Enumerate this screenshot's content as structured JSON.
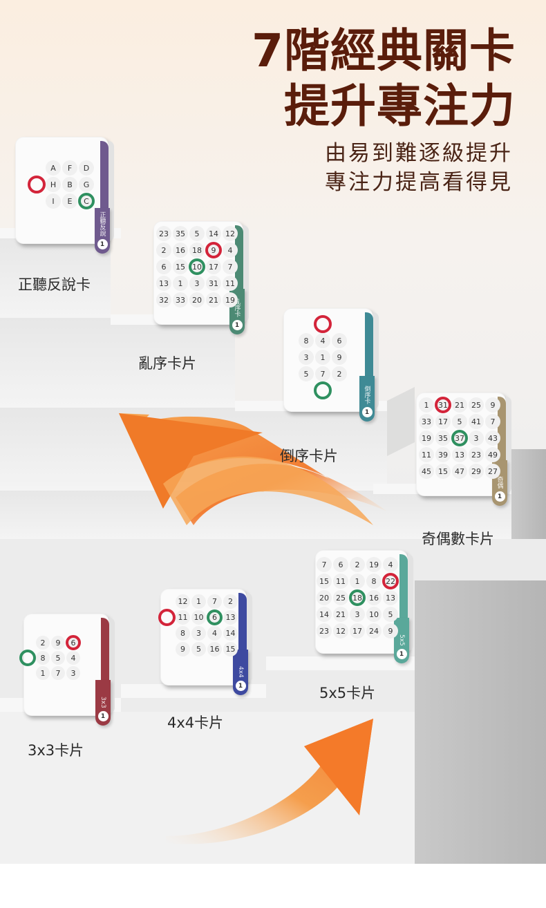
{
  "headline": {
    "line1": "7階經典關卡",
    "line2": "提升專注力"
  },
  "subtitle": {
    "line1": "由易到難逐級提升",
    "line2": "專注力提高看得見"
  },
  "cards": [
    {
      "label": "正聽反說卡",
      "color": "#6f5a8e",
      "tab_text": "正聽反說",
      "tab_no": "1",
      "cells": [
        [
          "",
          "A",
          "F",
          "D"
        ],
        [
          "",
          "H",
          "B",
          "G"
        ],
        [
          "",
          "I",
          "E",
          "C"
        ]
      ]
    },
    {
      "label": "亂序卡片",
      "color": "#4c8a74",
      "tab_text": "亂序卡",
      "tab_no": "1",
      "cells": [
        [
          "23",
          "35",
          "5",
          "14",
          "12"
        ],
        [
          "2",
          "16",
          "18",
          "9",
          "4"
        ],
        [
          "6",
          "15",
          "10",
          "17",
          "7"
        ],
        [
          "13",
          "1",
          "3",
          "31",
          "11"
        ],
        [
          "32",
          "33",
          "20",
          "21",
          "19"
        ]
      ]
    },
    {
      "label": "倒序卡片",
      "color": "#3f8a95",
      "tab_text": "倒序卡",
      "tab_no": "1",
      "cells": [
        [
          "8",
          "4",
          "6"
        ],
        [
          "3",
          "1",
          "9"
        ],
        [
          "5",
          "7",
          "2"
        ]
      ]
    },
    {
      "label": "奇偶數卡片",
      "color": "#a89570",
      "tab_text": "奇偶",
      "tab_no": "1",
      "cells": [
        [
          "1",
          "31",
          "21",
          "25",
          "9"
        ],
        [
          "33",
          "17",
          "5",
          "41",
          "7"
        ],
        [
          "19",
          "35",
          "37",
          "3",
          "43"
        ],
        [
          "11",
          "39",
          "13",
          "23",
          "49"
        ],
        [
          "45",
          "15",
          "47",
          "29",
          "27"
        ]
      ]
    },
    {
      "label": "3x3卡片",
      "color": "#9b3a44",
      "tab_text": "3x3",
      "tab_no": "1",
      "cells": [
        [
          "2",
          "9",
          "6"
        ],
        [
          "8",
          "5",
          "4"
        ],
        [
          "1",
          "7",
          "3"
        ]
      ]
    },
    {
      "label": "4x4卡片",
      "color": "#3e4aa0",
      "tab_text": "4x4",
      "tab_no": "1",
      "cells": [
        [
          "12",
          "1",
          "7",
          "2"
        ],
        [
          "11",
          "10",
          "6",
          "13"
        ],
        [
          "8",
          "3",
          "4",
          "14"
        ],
        [
          "9",
          "5",
          "16",
          "15"
        ]
      ]
    },
    {
      "label": "5x5卡片",
      "color": "#5aa89a",
      "tab_text": "5x5",
      "tab_no": "1",
      "cells": [
        [
          "7",
          "6",
          "2",
          "19",
          "4"
        ],
        [
          "15",
          "11",
          "1",
          "8",
          "22"
        ],
        [
          "20",
          "25",
          "18",
          "16",
          "13"
        ],
        [
          "14",
          "21",
          "3",
          "10",
          "5"
        ],
        [
          "23",
          "12",
          "17",
          "24",
          "9"
        ]
      ]
    }
  ],
  "colors": {
    "headline": "#5a1d0b",
    "arrow": "#f3852e",
    "ring_red": "#d3243a",
    "ring_green": "#2f9060"
  }
}
